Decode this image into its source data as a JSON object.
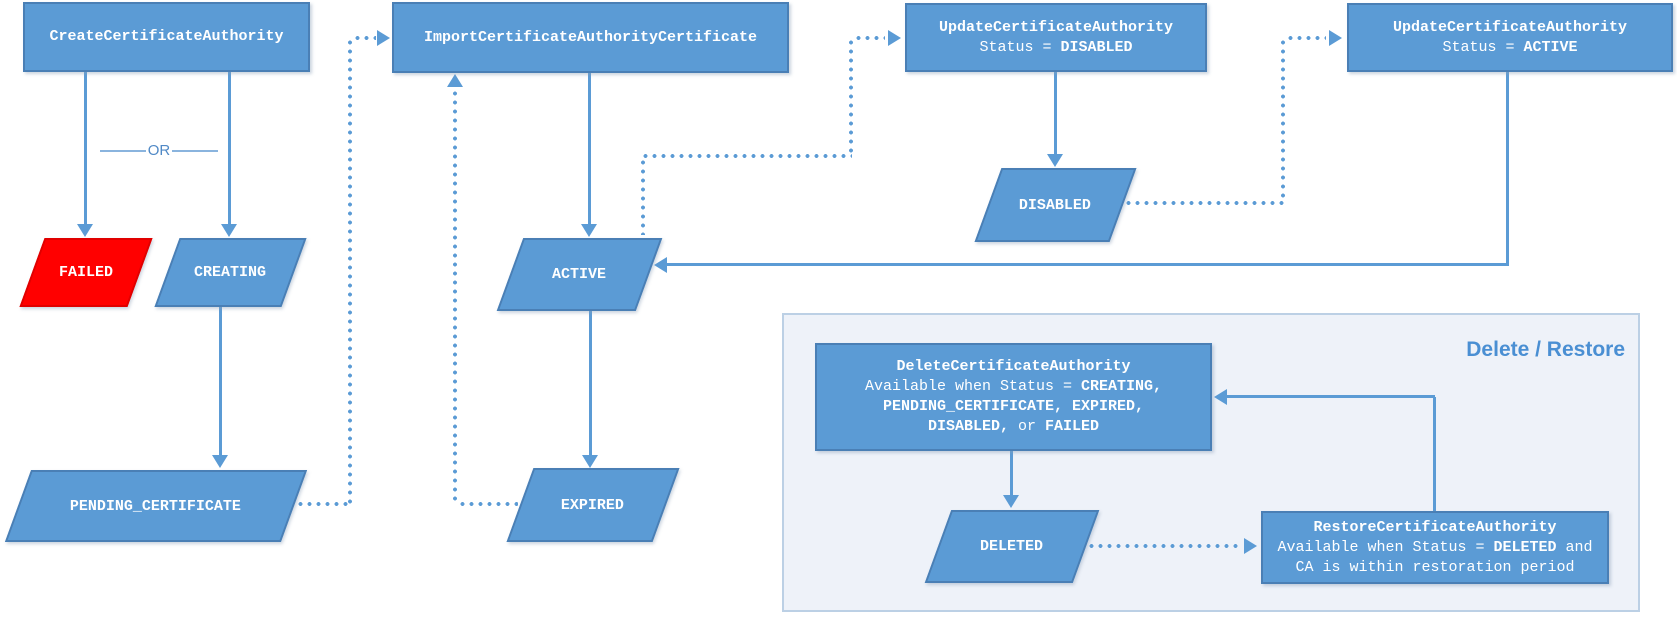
{
  "diagram": {
    "group_label": "Delete / Restore",
    "or_label": "OR",
    "colors": {
      "shape_blue": "#5b9bd5",
      "shape_border": "#4a7fb5",
      "failed_red": "#ff0000",
      "connector_blue": "#5b9bd5",
      "panel_fill": "#eef2f9",
      "panel_border": "#bcd0e5",
      "group_title_blue": "#4a8fd3"
    },
    "actions": {
      "create_ca": {
        "lines": [
          [
            {
              "t": "CreateCertificateAuthority",
              "b": true
            }
          ]
        ]
      },
      "import_cert": {
        "lines": [
          [
            {
              "t": "ImportCertificateAuthorityCertificate",
              "b": true
            }
          ]
        ]
      },
      "update_disable": {
        "lines": [
          [
            {
              "t": "UpdateCertificateAuthority",
              "b": true
            }
          ],
          [
            {
              "t": "Status = ",
              "b": false
            },
            {
              "t": "DISABLED",
              "b": true
            }
          ]
        ]
      },
      "update_active": {
        "lines": [
          [
            {
              "t": "UpdateCertificateAuthority",
              "b": true
            }
          ],
          [
            {
              "t": "Status = ",
              "b": false
            },
            {
              "t": "ACTIVE",
              "b": true
            }
          ]
        ]
      },
      "delete_ca": {
        "lines": [
          [
            {
              "t": "DeleteCertificateAuthority",
              "b": true
            }
          ],
          [
            {
              "t": "Available when Status = ",
              "b": false
            },
            {
              "t": "CREATING,",
              "b": true
            }
          ],
          [
            {
              "t": "PENDING_CERTIFICATE, EXPIRED,",
              "b": true
            }
          ],
          [
            {
              "t": "DISABLED,",
              "b": true
            },
            {
              "t": " or ",
              "b": false
            },
            {
              "t": "FAILED",
              "b": true
            }
          ]
        ]
      },
      "restore_ca": {
        "lines": [
          [
            {
              "t": "RestoreCertificateAuthority",
              "b": true
            }
          ],
          [
            {
              "t": "Available when Status = ",
              "b": false
            },
            {
              "t": "DELETED",
              "b": true
            },
            {
              "t": " and",
              "b": false
            }
          ],
          [
            {
              "t": "CA is within restoration period",
              "b": false
            }
          ]
        ]
      }
    },
    "states": {
      "failed": "FAILED",
      "creating": "CREATING",
      "pending_certificate": "PENDING_CERTIFICATE",
      "active": "ACTIVE",
      "expired": "EXPIRED",
      "disabled": "DISABLED",
      "deleted": "DELETED"
    }
  }
}
